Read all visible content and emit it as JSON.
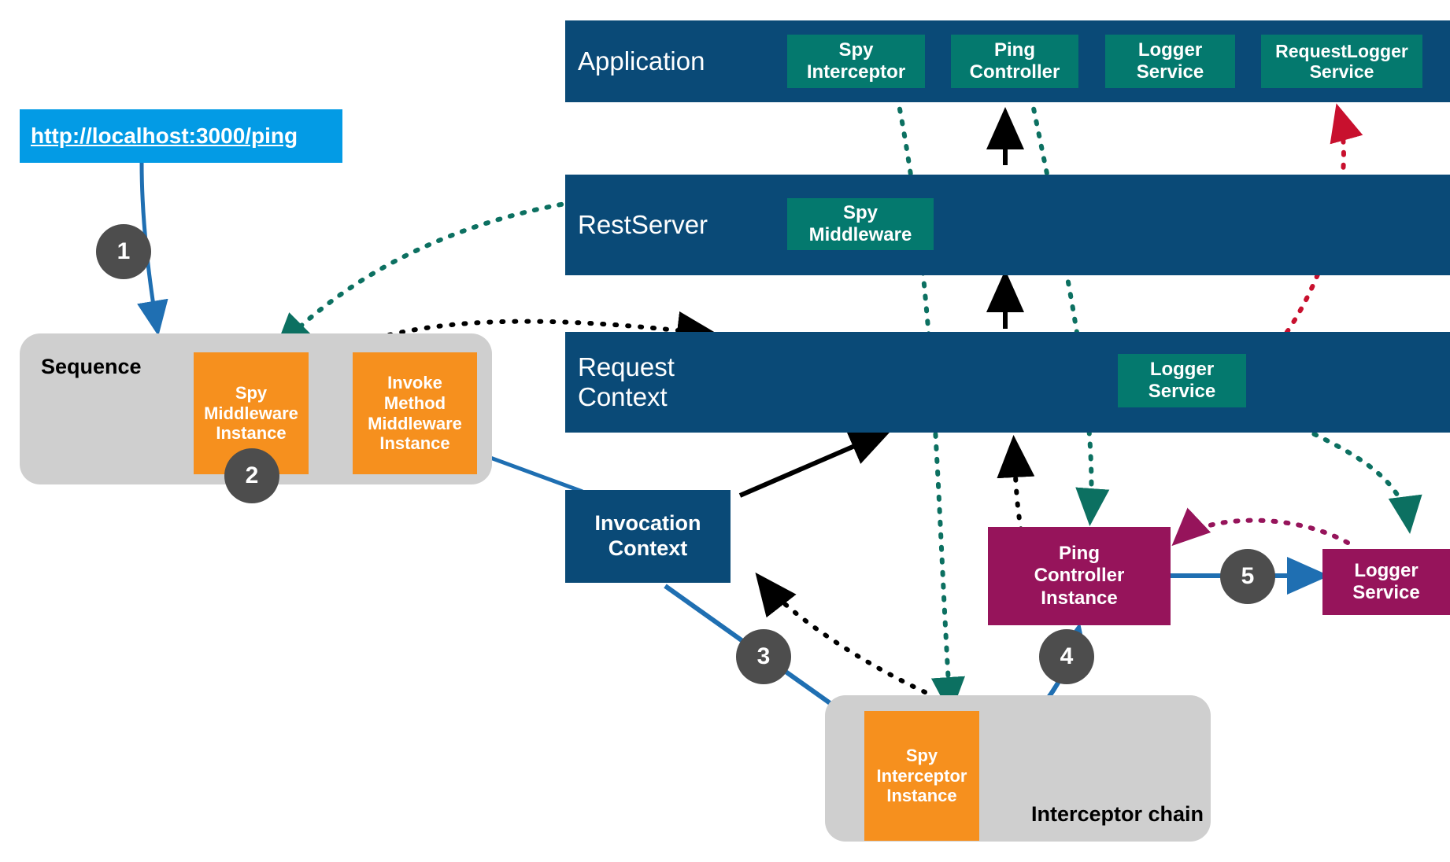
{
  "diagram": {
    "title": "LoopBack 4 request lifecycle diagram",
    "colors": {
      "bar_blue": "#0A4A77",
      "green_box": "#04796E",
      "orange_box": "#F6901E",
      "magenta_box": "#96145B",
      "group_gray": "#CFCFCF",
      "step_circle": "#4D4D4D",
      "url_blue": "#039BE5",
      "arrow_blue": "#1F6FB2",
      "arrow_black": "#000000",
      "arrow_green_dotted": "#0C7061",
      "arrow_red_dotted": "#C8102E",
      "arrow_magenta_dotted": "#96145B"
    },
    "layers": [
      {
        "name": "application-bar",
        "title": "Application"
      },
      {
        "name": "restserver-bar",
        "title": "RestServer"
      },
      {
        "name": "request-context-bar",
        "title": "Request\nContext"
      }
    ],
    "application_items": [
      {
        "name": "spy-interceptor",
        "label": "Spy\nInterceptor"
      },
      {
        "name": "ping-controller",
        "label": "Ping\nController"
      },
      {
        "name": "logger-service",
        "label": "Logger\nService"
      },
      {
        "name": "request-logger-service",
        "label": "RequestLogger\nService"
      }
    ],
    "restserver_items": [
      {
        "name": "spy-middleware",
        "label": "Spy\nMiddleware"
      }
    ],
    "request_context_items": [
      {
        "name": "logger-service-binding",
        "label": "Logger\nService"
      }
    ],
    "url": {
      "text": "http://localhost:3000/ping"
    },
    "sequence_group": {
      "label": "Sequence",
      "items": [
        {
          "name": "spy-middleware-instance",
          "label": "Spy\nMiddleware\nInstance"
        },
        {
          "name": "invoke-method-middleware-instance",
          "label": "Invoke\nMethod\nMiddleware\nInstance"
        }
      ]
    },
    "interceptor_group": {
      "label": "Interceptor chain",
      "items": [
        {
          "name": "spy-interceptor-instance",
          "label": "Spy\nInterceptor\nInstance"
        }
      ]
    },
    "instances": [
      {
        "name": "invocation-context",
        "label": "Invocation\nContext"
      },
      {
        "name": "ping-controller-instance",
        "label": "Ping\nController\nInstance"
      },
      {
        "name": "logger-service-instance",
        "label": "Logger\nService"
      }
    ],
    "steps": [
      {
        "name": "step-1",
        "label": "1"
      },
      {
        "name": "step-2",
        "label": "2"
      },
      {
        "name": "step-3",
        "label": "3"
      },
      {
        "name": "step-4",
        "label": "4"
      },
      {
        "name": "step-5",
        "label": "5"
      }
    ]
  }
}
